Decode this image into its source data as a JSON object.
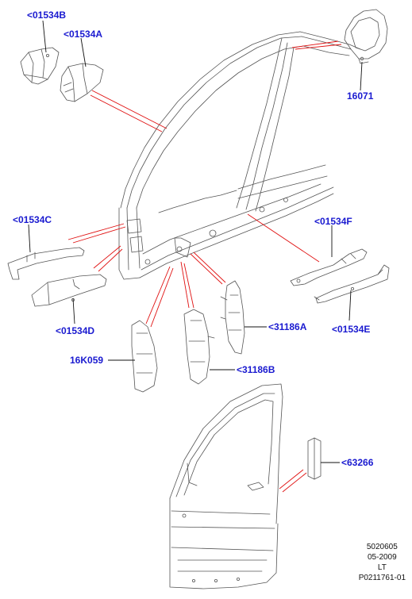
{
  "labels": {
    "p01534B": "<01534B",
    "p01534A": "<01534A",
    "p16071": "16071",
    "p01534C": "<01534C",
    "p01534D": "<01534D",
    "p01534F": "<01534F",
    "p01534E": "<01534E",
    "p31186A": "<31186A",
    "p16K059": "16K059",
    "p31186B": "<31186B",
    "p63266": "<63266"
  },
  "reference": {
    "line1": "5020605",
    "line2": "05-2009",
    "line3": "LT",
    "line4": "P0211761-01"
  },
  "colors": {
    "label": "#1a1ad0",
    "leader": "#e01010",
    "outline": "#444444",
    "pointer": "#111111"
  }
}
